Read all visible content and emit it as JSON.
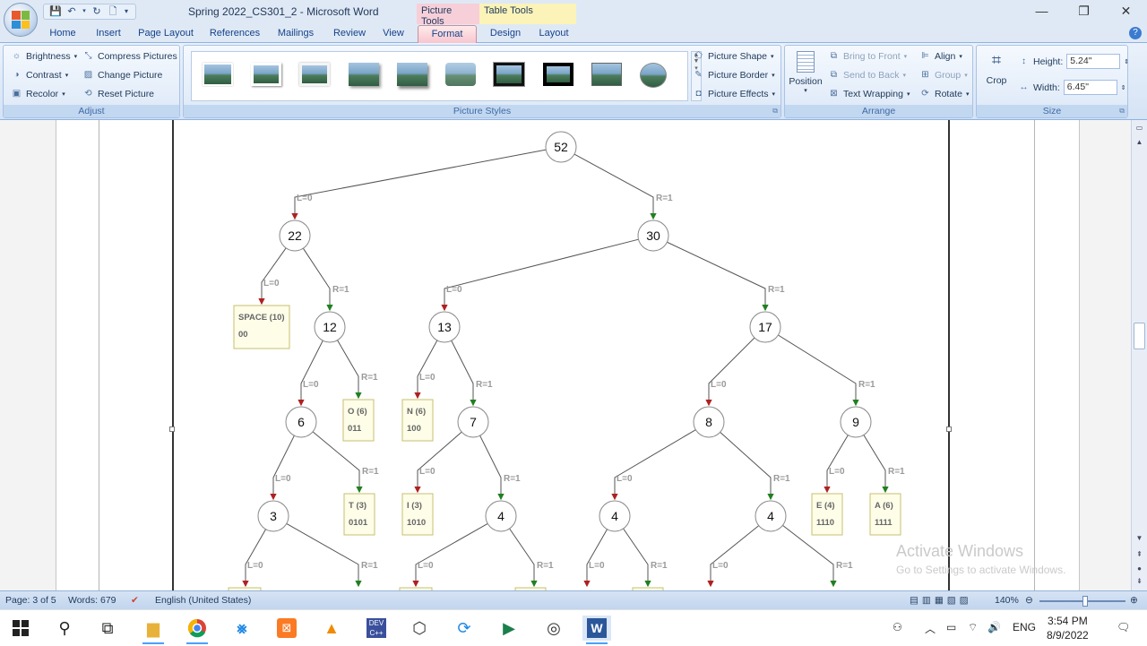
{
  "title_bar": {
    "doc_title": "Spring 2022_CS301_2 - Microsoft Word",
    "context_tab_picture": "Picture Tools",
    "context_tab_table": "Table Tools",
    "minimize": "—",
    "restore": "❐",
    "close": "✕"
  },
  "tabs": [
    "Home",
    "Insert",
    "Page Layout",
    "References",
    "Mailings",
    "Review",
    "View",
    "Format",
    "Design",
    "Layout"
  ],
  "ribbon": {
    "adjust": {
      "label": "Adjust",
      "brightness": "Brightness",
      "contrast": "Contrast",
      "recolor": "Recolor",
      "compress": "Compress Pictures",
      "change": "Change Picture",
      "reset": "Reset Picture"
    },
    "styles": {
      "label": "Picture Styles",
      "shape": "Picture Shape",
      "border": "Picture Border",
      "effects": "Picture Effects"
    },
    "arrange": {
      "label": "Arrange",
      "position": "Position",
      "bring_front": "Bring to Front",
      "send_back": "Send to Back",
      "text_wrap": "Text Wrapping",
      "align": "Align",
      "group": "Group",
      "rotate": "Rotate"
    },
    "size": {
      "label": "Size",
      "crop": "Crop",
      "height_label": "Height:",
      "height_value": "5.24\"",
      "width_label": "Width:",
      "width_value": "6.45\""
    }
  },
  "tree": {
    "nodes": [
      "52",
      "22",
      "30",
      "12",
      "13",
      "17",
      "6",
      "7",
      "8",
      "9",
      "3",
      "4",
      "4",
      "4"
    ],
    "leaves": [
      {
        "name": "SPACE  (10)",
        "code": "00"
      },
      {
        "name": "O  (6)",
        "code": "011"
      },
      {
        "name": "N  (6)",
        "code": "100"
      },
      {
        "name": "T  (3)",
        "code": "0101"
      },
      {
        "name": "I  (3)",
        "code": "1010"
      },
      {
        "name": "E  (4)",
        "code": "1110"
      },
      {
        "name": "A  (6)",
        "code": "1111"
      }
    ],
    "left_label": "L=0",
    "right_label": "R=1"
  },
  "status": {
    "page": "Page: 3 of 5",
    "words": "Words: 679",
    "language": "English (United States)",
    "zoom": "140%"
  },
  "watermark": {
    "line1": "Activate Windows",
    "line2": "Go to Settings to activate Windows."
  },
  "taskbar": {
    "lang": "ENG",
    "time": "3:54 PM",
    "date": "8/9/2022"
  },
  "colors": {
    "left_arrow": "#b02020",
    "right_arrow": "#208020",
    "leaf_fill": "#fdfde8",
    "leaf_border": "#c8bf70"
  }
}
